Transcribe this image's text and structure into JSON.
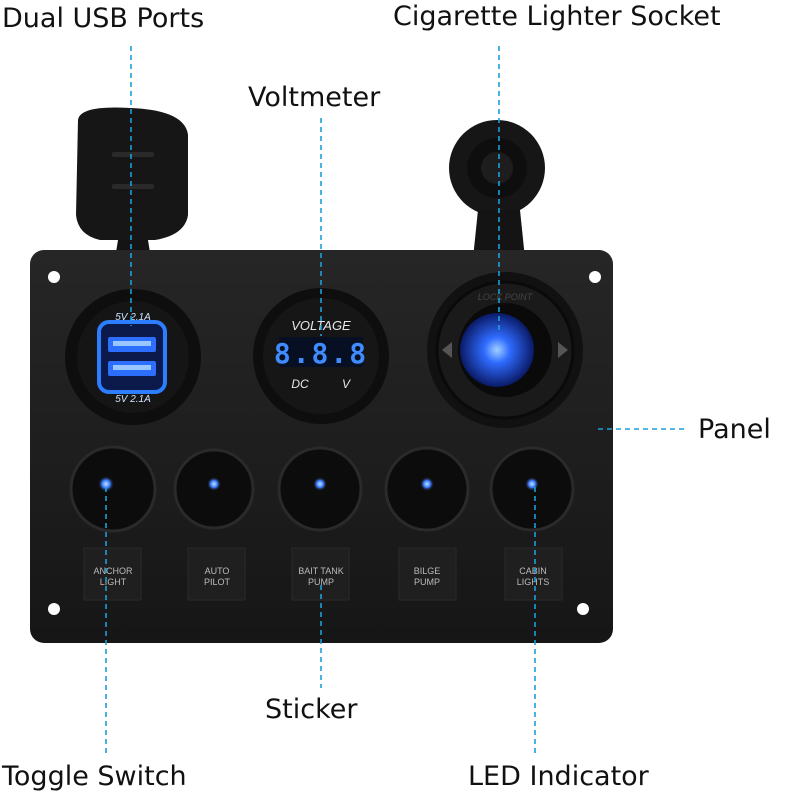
{
  "callouts": {
    "usb": "Dual USB Ports",
    "lighter": "Cigarette Lighter Socket",
    "voltmeter": "Voltmeter",
    "panel": "Panel",
    "sticker": "Sticker",
    "toggle": "Toggle Switch",
    "led": "LED Indicator"
  },
  "usb": {
    "top_rating": "5V  2.1A",
    "bottom_rating": "5V  2.1A"
  },
  "voltmeter": {
    "title": "VOLTAGE",
    "reading": "8.8.8",
    "dc": "DC",
    "unit": "V"
  },
  "lighter": {
    "ring_text": "LOCK  POINT"
  },
  "switches": [
    {
      "line1": "ANCHOR",
      "line2": "LIGHT"
    },
    {
      "line1": "AUTO",
      "line2": "PILOT"
    },
    {
      "line1": "BAIT TANK",
      "line2": "PUMP"
    },
    {
      "line1": "BILGE",
      "line2": "PUMP"
    },
    {
      "line1": "CABIN",
      "line2": "LIGHTS"
    }
  ],
  "colors": {
    "panel": "#1c1c1c",
    "led_blue": "#2e6bff",
    "callout_line": "#1e9fd8",
    "display_blue": "#3f8cff"
  }
}
